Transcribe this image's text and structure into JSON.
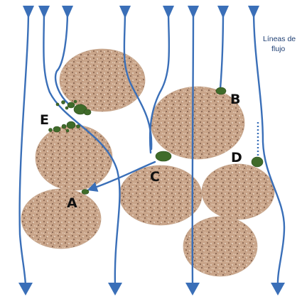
{
  "legend": {
    "line1": "Líneas de",
    "line2": "flujo"
  },
  "labels": {
    "a": "A",
    "b": "B",
    "c": "C",
    "d": "D",
    "e": "E"
  },
  "colors": {
    "flow": "#3a6fb8",
    "grain": "#c9a58a",
    "particle": "#3f6b2a",
    "legend_text": "#1f3f73"
  }
}
